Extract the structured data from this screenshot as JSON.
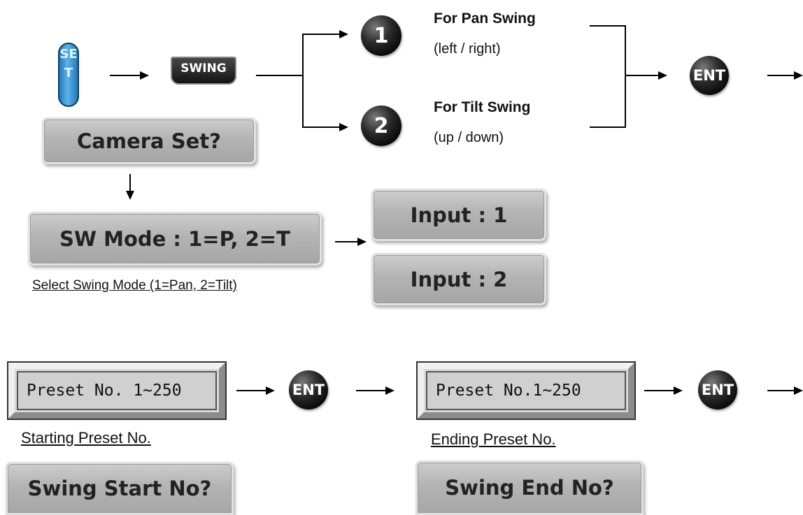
{
  "keys": {
    "set": "SET",
    "swing": "SWING",
    "one": "1",
    "two": "2",
    "ent": "ENT"
  },
  "options": {
    "pan_title": "For Pan Swing",
    "pan_sub": "(left / right)",
    "tilt_title": "For Tilt Swing",
    "tilt_sub": "(up / down)"
  },
  "panels": {
    "camera_set": "Camera Set?",
    "sw_mode": "SW Mode : 1=P, 2=T",
    "input_1": "Input : 1",
    "input_2": "Input : 2",
    "swing_start": "Swing Start No?",
    "swing_end": "Swing End No?"
  },
  "captions": {
    "select_mode": "Select Swing Mode (1=Pan, 2=Tilt)",
    "starting": "Starting Preset No.",
    "ending": "Ending Preset No."
  },
  "presets": {
    "start": "Preset No. 1~250",
    "end": "Preset No.1~250"
  }
}
